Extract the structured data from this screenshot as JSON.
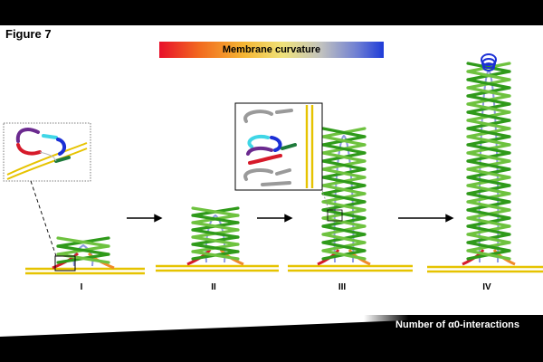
{
  "figure_title": "Figure 7",
  "curvature_bar_label": "Membrane curvature",
  "stages": [
    "I",
    "II",
    "III",
    "IV"
  ],
  "alpha_interactions_label": "Number of α0-interactions",
  "colors": {
    "membrane": "#e6c300",
    "helix_green": "#2f9a1a",
    "helix_light": "#6ec23f",
    "helix_blue": "#1a2fd6",
    "alpha_red": "#d61a2a",
    "alpha_purple": "#6b2a8f",
    "alpha_cyan": "#3fd6e6",
    "alpha_grey": "#9a9a9a"
  }
}
